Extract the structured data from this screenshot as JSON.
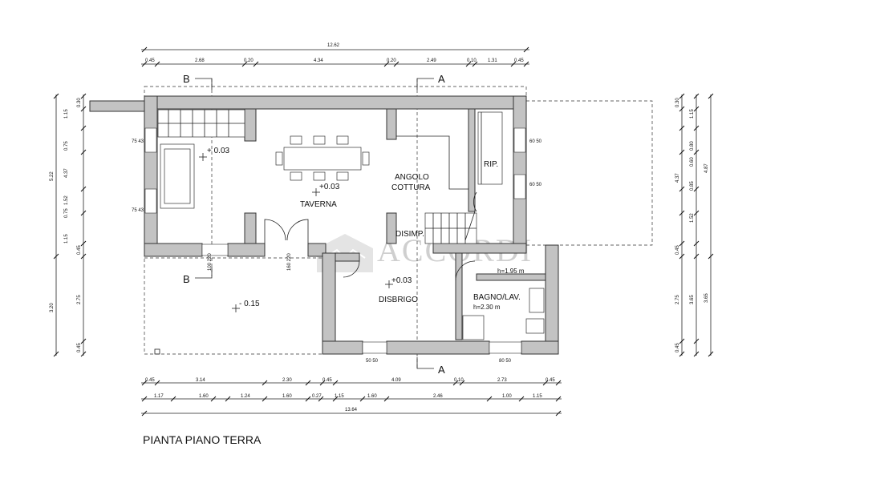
{
  "title": "PIANTA PIANO TERRA",
  "watermark": "ACCORDI",
  "sections": {
    "a_label": "A",
    "b_label": "B"
  },
  "rooms": {
    "taverna": "TAVERNA",
    "angolo": "ANGOLO",
    "cottura": "COTTURA",
    "rip": "RIP.",
    "disimp": "DISIMP.",
    "disbrigo": "DISBRIGO",
    "bagno": "BAGNO/LAV.",
    "bagno_h": "h=2.30 m",
    "disimp_h": "h=1.95 m"
  },
  "levels": {
    "stair": "+ 0.03",
    "taverna": "+0.03",
    "disbrigo": "+0.03",
    "exterior": "- 0.15"
  },
  "dimensions": {
    "top_total": "12.62",
    "top_row": [
      "0.45",
      "2.68",
      "0.20",
      "4.34",
      "0.20",
      "2.49",
      "0.10",
      "1.31",
      "0.45"
    ],
    "bottom_row1": [
      "0.45",
      "3.14",
      "2.30",
      "0.45",
      "4.09",
      "0.10",
      "2.73",
      "0.45"
    ],
    "bottom_row2": [
      "1.17",
      "1.60",
      "1.24",
      "1.60",
      "0.27",
      "1.15",
      "1.60",
      "2.46",
      "1.00",
      "1.15"
    ],
    "bottom_total": "13.64",
    "left_outer": [
      "5.22",
      "3.20"
    ],
    "left_inner": [
      "0.30",
      "1.15",
      "0.75",
      "1.52",
      "0.75",
      "1.15",
      "0.45",
      "2.75",
      "0.45"
    ],
    "left_sill": "4.37",
    "right_inner": [
      "4.37",
      "1.52",
      "0.45",
      "2.75",
      "0.45"
    ],
    "right_outer": [
      "0.30",
      "1.15",
      "0.80",
      "0.60",
      "0.85",
      "3.65"
    ],
    "right_far": [
      "4.87"
    ],
    "window_tags": [
      "75 43",
      "75 43",
      "60 50",
      "60 50",
      "100 220",
      "160 220",
      "50 50",
      "80 50"
    ]
  }
}
